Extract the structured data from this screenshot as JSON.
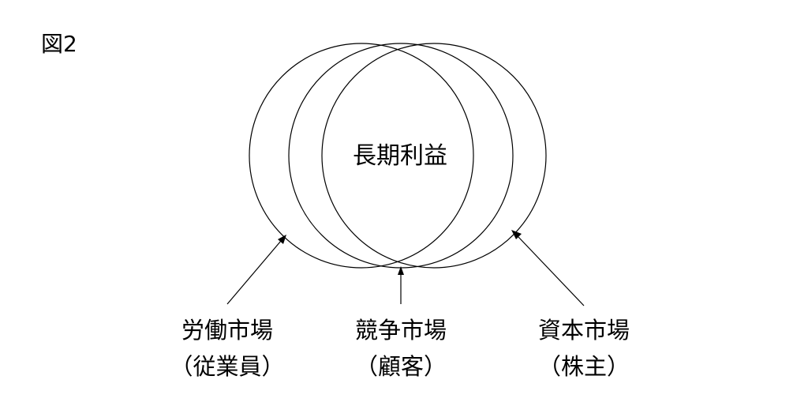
{
  "figure_label": "図2",
  "center_text": "長期利益",
  "markets": [
    {
      "name": "労働市場",
      "sub": "（従業員）"
    },
    {
      "name": "競争市場",
      "sub": "（顧客）"
    },
    {
      "name": "資本市場",
      "sub": "（株主）"
    }
  ],
  "colors": {
    "stroke": "#000000",
    "background": "#ffffff"
  }
}
